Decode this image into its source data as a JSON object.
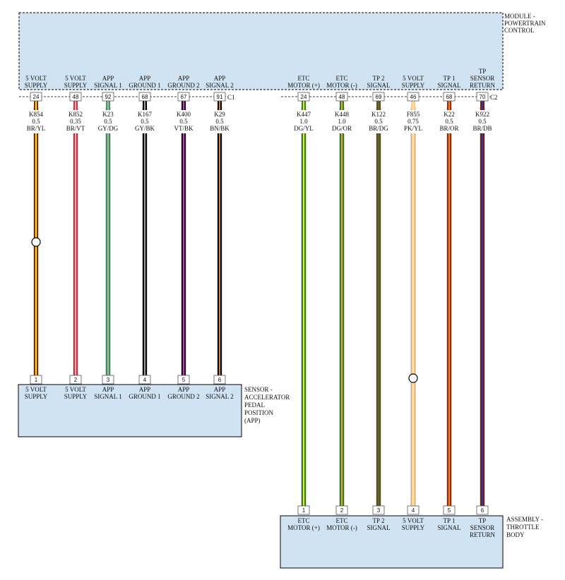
{
  "modules": {
    "pcm": {
      "label": [
        "MODULE -",
        "POWERTRAIN",
        "CONTROL"
      ],
      "connector_c1": "C1",
      "connector_c2": "C2"
    },
    "app": {
      "label": [
        "SENSOR -",
        "ACCELERATOR",
        "PEDAL",
        "POSITION",
        "(APP)"
      ]
    },
    "tb": {
      "label": [
        "ASSEMBLY -",
        "THROTTLE",
        "BODY"
      ]
    }
  },
  "colors": {
    "module_fill": "#cfe3f2",
    "BR": "#8b4513",
    "YL": "#ffe600",
    "VT": "#a040a0",
    "GY": "#8a8a8a",
    "DG": "#1f8a2a",
    "BK": "#000000",
    "BN": "#b87333",
    "OR": "#ff7f00",
    "PK": "#ffc0cb",
    "DB": "#1a2a9a"
  },
  "circuits": [
    {
      "pcm_func": [
        "5 VOLT",
        "SUPPLY"
      ],
      "pcm_pin": "24",
      "circuit": "K854",
      "gauge": "0.5",
      "color": "BR/YL",
      "dest_pin": "1",
      "dest_func": [
        "5 VOLT",
        "SUPPLY"
      ],
      "base": "#8b2500",
      "stripe": "#ffe600",
      "splice": "top"
    },
    {
      "pcm_func": [
        "5 VOLT",
        "SUPPLY"
      ],
      "pcm_pin": "48",
      "circuit": "K852",
      "gauge": "0.35",
      "color": "BR/VT",
      "dest_pin": "2",
      "dest_func": [
        "5 VOLT",
        "SUPPLY"
      ],
      "base": "#c03a40",
      "stripe": "#ff9ab0"
    },
    {
      "pcm_func": [
        "APP",
        "SIGNAL 1"
      ],
      "pcm_pin": "92",
      "circuit": "K23",
      "gauge": "0.5",
      "color": "GY/DG",
      "dest_pin": "3",
      "dest_func": [
        "APP",
        "SIGNAL 1"
      ],
      "base": "#3c9a5a",
      "stripe": "#b0b0b0"
    },
    {
      "pcm_func": [
        "APP",
        "GROUND 1"
      ],
      "pcm_pin": "68",
      "circuit": "K167",
      "gauge": "0.5",
      "color": "GY/BK",
      "dest_pin": "4",
      "dest_func": [
        "APP",
        "GROUND 1"
      ],
      "base": "#000000",
      "stripe": "#a0a0a0"
    },
    {
      "pcm_func": [
        "APP",
        "GROUND 2"
      ],
      "pcm_pin": "67",
      "circuit": "K400",
      "gauge": "0.5",
      "color": "VT/BK",
      "dest_pin": "5",
      "dest_func": [
        "APP",
        "GROUND 2"
      ],
      "base": "#1a001a",
      "stripe": "#c040c0"
    },
    {
      "pcm_func": [
        "APP",
        "SIGNAL 2"
      ],
      "pcm_pin": "91",
      "circuit": "K29",
      "gauge": "0.5",
      "color": "BN/BK",
      "dest_pin": "6",
      "dest_func": [
        "APP",
        "SIGNAL 2"
      ],
      "base": "#000000",
      "stripe": "#c8843c"
    },
    {
      "pcm_func": [
        "ETC",
        "MOTOR (+)"
      ],
      "pcm_pin": "24",
      "circuit": "K447",
      "gauge": "1.0",
      "color": "DG/YL",
      "dest_pin": "1",
      "dest_func": [
        "ETC",
        "MOTOR (+)"
      ],
      "base": "#1f8a2a",
      "stripe": "#ffe600"
    },
    {
      "pcm_func": [
        "ETC",
        "MOTOR (-)"
      ],
      "pcm_pin": "48",
      "circuit": "K448",
      "gauge": "1.0",
      "color": "DG/OR",
      "dest_pin": "2",
      "dest_func": [
        "ETC",
        "MOTOR (-)"
      ],
      "base": "#1f8a2a",
      "stripe": "#ff9a20"
    },
    {
      "pcm_func": [
        "TP 2",
        "SIGNAL"
      ],
      "pcm_pin": "69",
      "circuit": "K122",
      "gauge": "0.5",
      "color": "BR/DG",
      "dest_pin": "3",
      "dest_func": [
        "TP 2",
        "SIGNAL"
      ],
      "base": "#8b3a1a",
      "stripe": "#1f8a2a"
    },
    {
      "pcm_func": [
        "5 VOLT",
        "SUPPLY"
      ],
      "pcm_pin": "46",
      "circuit": "F855",
      "gauge": "0.75",
      "color": "PK/YL",
      "dest_pin": "4",
      "dest_func": [
        "5 VOLT",
        "SUPPLY"
      ],
      "base": "#ffc8a0",
      "stripe": "#ffe680",
      "splice": "bottom"
    },
    {
      "pcm_func": [
        "TP 1",
        "SIGNAL"
      ],
      "pcm_pin": "68",
      "circuit": "K22",
      "gauge": "0.5",
      "color": "BR/OR",
      "dest_pin": "5",
      "dest_func": [
        "TP 1",
        "SIGNAL"
      ],
      "base": "#a02800",
      "stripe": "#ff7f00"
    },
    {
      "pcm_func": [
        "TP",
        "SENSOR",
        "RETURN"
      ],
      "pcm_pin": "70",
      "circuit": "K922",
      "gauge": "0.5",
      "color": "BR/DB",
      "dest_pin": "6",
      "dest_func": [
        "TP",
        "SENSOR",
        "RETURN"
      ],
      "base": "#7a1a1a",
      "stripe": "#2a3aa0"
    }
  ]
}
